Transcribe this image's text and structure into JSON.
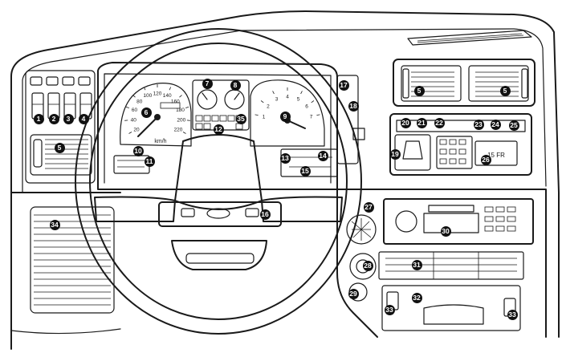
{
  "diagram": {
    "callouts": [
      "1",
      "2",
      "3",
      "4",
      "5",
      "5",
      "5",
      "5",
      "6",
      "7",
      "8",
      "9",
      "10",
      "11",
      "12",
      "13",
      "14",
      "15",
      "16",
      "17",
      "18",
      "19",
      "20",
      "21",
      "22",
      "23",
      "24",
      "25",
      "26",
      "27",
      "28",
      "29",
      "30",
      "31",
      "32",
      "33",
      "33",
      "34",
      "35"
    ],
    "speedometer": {
      "unit_label": "km/h",
      "ticks": [
        "20",
        "40",
        "60",
        "80",
        "100",
        "120",
        "140",
        "160",
        "180",
        "200",
        "220"
      ]
    },
    "tachometer": {
      "ticks": [
        "1",
        "2",
        "3",
        "4",
        "5",
        "6",
        "7"
      ]
    },
    "climate_display": "15 FR"
  }
}
